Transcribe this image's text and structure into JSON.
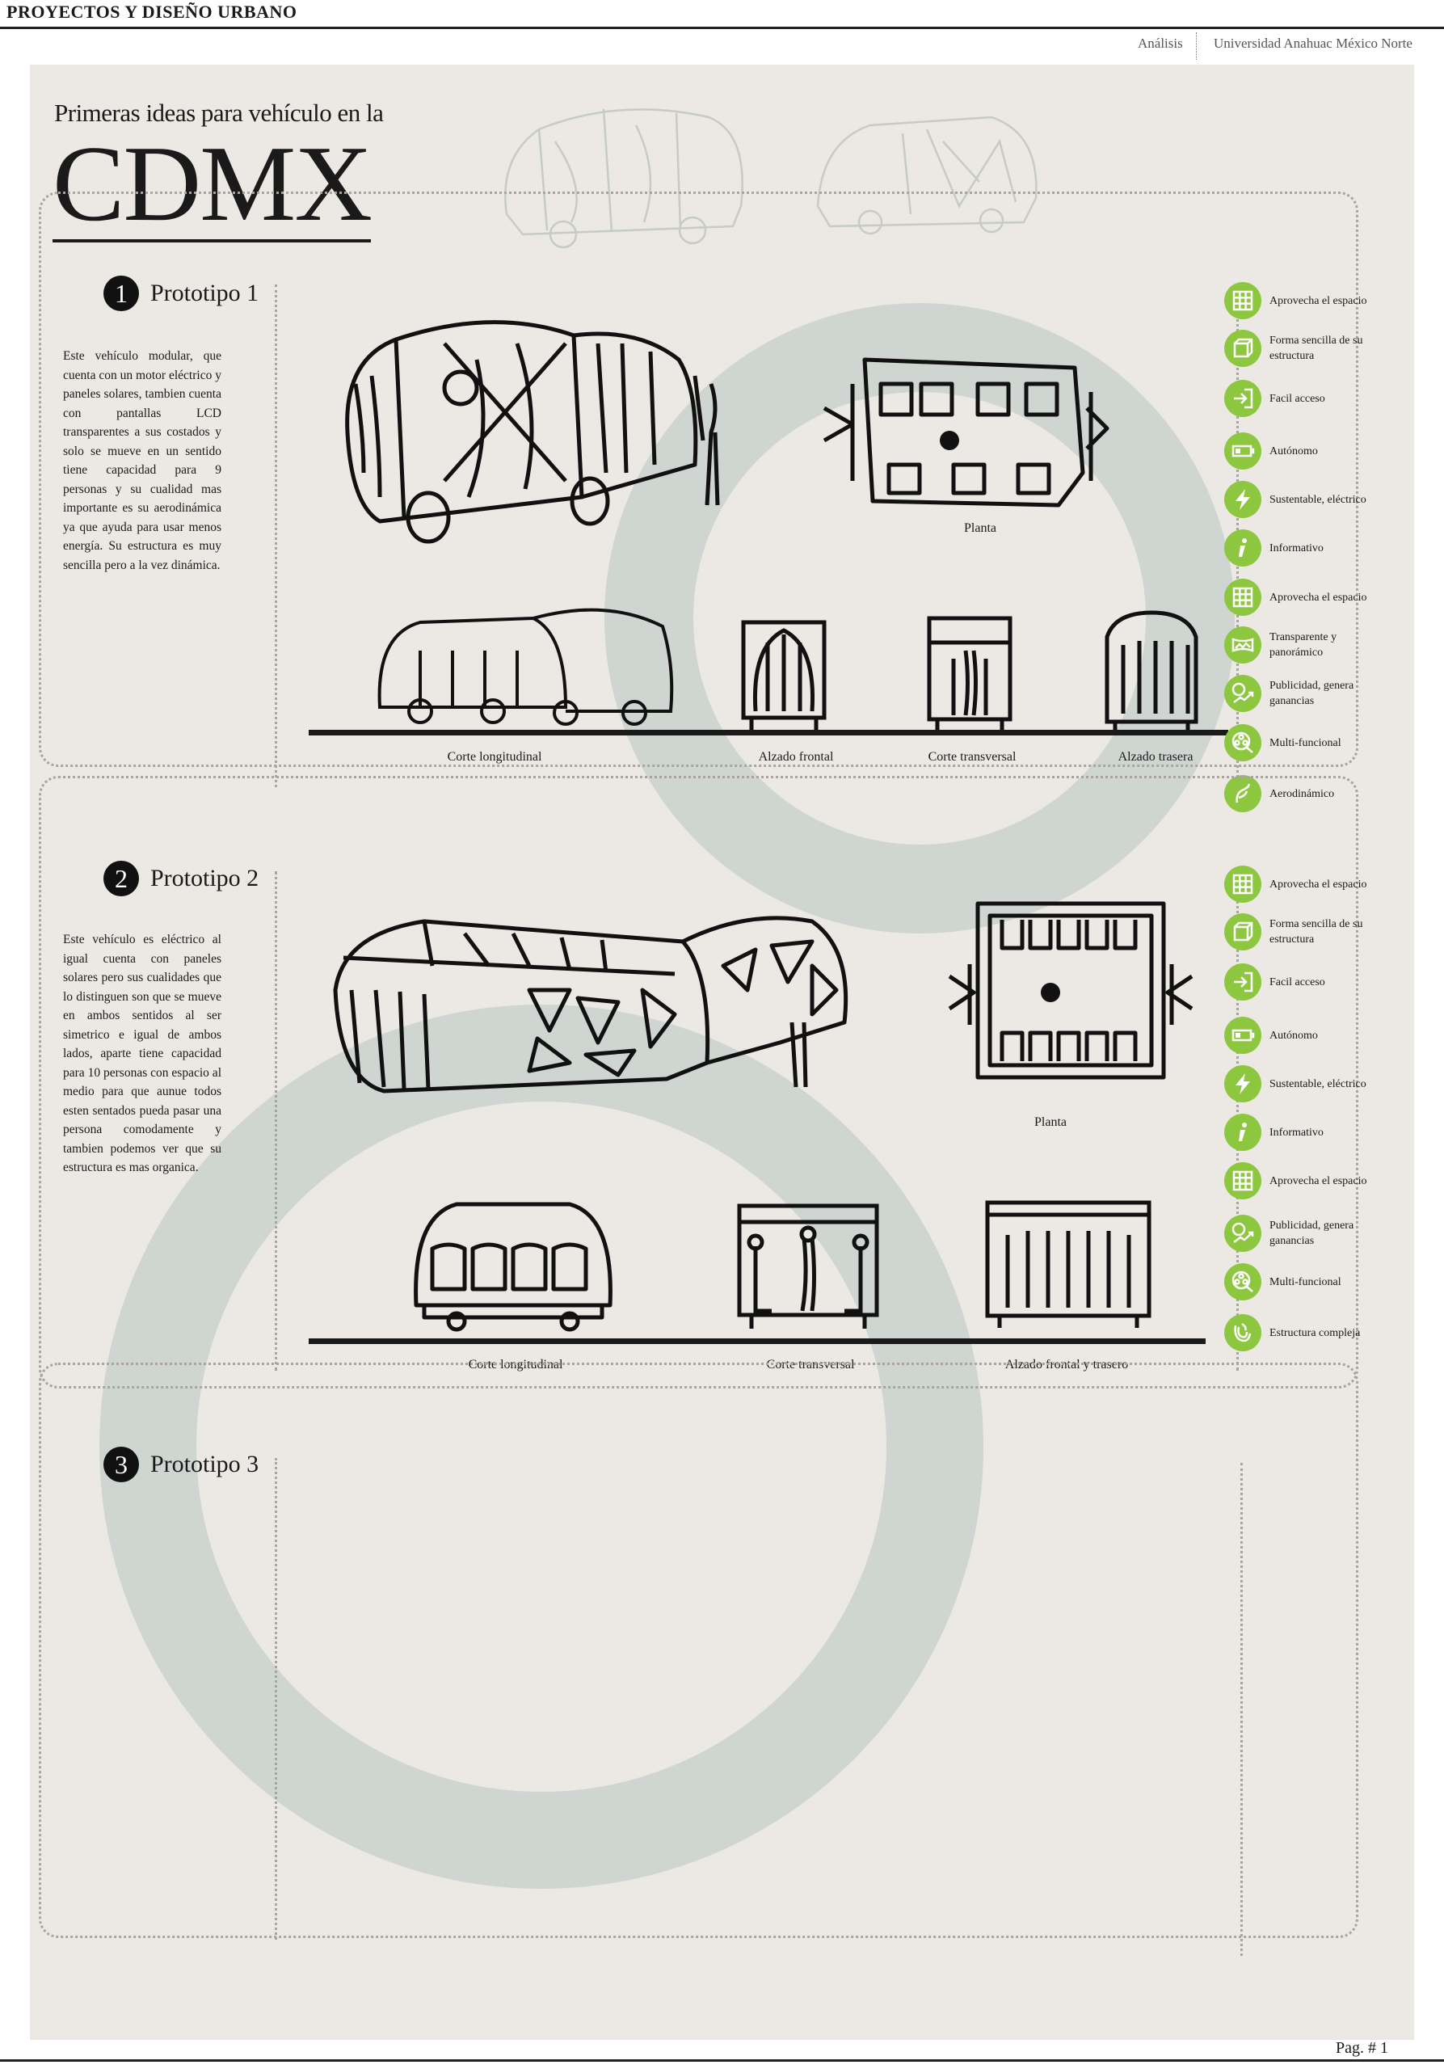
{
  "header": {
    "course": "PROYECTOS Y DISEÑO URBANO",
    "section": "Análisis",
    "university": "Universidad Anahuac México Norte"
  },
  "title": {
    "subtitle": "Primeras ideas para vehículo en la",
    "main": "CDMX"
  },
  "prototypes": [
    {
      "number": "1",
      "title": "Prototipo 1",
      "description": "Este vehículo modular, que cuenta con un motor eléctrico y paneles solares, tambien cuenta con pantallas LCD transparentes a sus costados y solo se mueve en un sentido tiene capacidad para 9 personas y su cualidad mas importante es su aerodinámica ya que ayuda para usar menos energía. Su estructura es muy sencilla pero a la vez dinámica.",
      "captions": {
        "plan": "Planta",
        "longitudinal": "Corte longitudinal",
        "front": "Alzado frontal",
        "transversal": "Corte transversal",
        "rear": "Alzado trasera"
      },
      "features": [
        {
          "icon": "grid-icon",
          "label": "Aprovecha el espacio"
        },
        {
          "icon": "cube-icon",
          "label": "Forma sencilla de su estructura"
        },
        {
          "icon": "enter-icon",
          "label": "Facil acceso"
        },
        {
          "icon": "battery-icon",
          "label": "Autónomo"
        },
        {
          "icon": "lightning-icon",
          "label": "Sustentable, eléctrico"
        },
        {
          "icon": "info-icon",
          "label": "Informativo"
        },
        {
          "icon": "grid-icon",
          "label": "Aprovecha el espacio"
        },
        {
          "icon": "panorama-icon",
          "label": "Transparente y panorámico"
        },
        {
          "icon": "money-icon",
          "label": "Publicidad, genera ganancias"
        },
        {
          "icon": "film-reel-icon",
          "label": "Multi-funcional"
        },
        {
          "icon": "aerodynamic-icon",
          "label": "Aerodinámico"
        }
      ]
    },
    {
      "number": "2",
      "title": "Prototipo 2",
      "description": "Este vehículo es eléctrico al igual cuenta con paneles solares pero sus cualidades que lo distinguen son que se mueve en ambos sentidos al ser simetrico e igual de ambos lados, aparte tiene capacidad para 10 personas con espacio al medio para que aunue todos esten sentados pueda pasar una persona comodamente y tambien podemos ver que su estructura es mas organica.",
      "captions": {
        "plan": "Planta",
        "longitudinal": "Corte longitudinal",
        "transversal": "Corte transversal",
        "front_rear": "Alzado frontal y trasero"
      },
      "features": [
        {
          "icon": "grid-icon",
          "label": "Aprovecha el espacio"
        },
        {
          "icon": "cube-icon",
          "label": "Forma sencilla de su estructura"
        },
        {
          "icon": "enter-icon",
          "label": "Facil acceso"
        },
        {
          "icon": "battery-icon",
          "label": "Autónomo"
        },
        {
          "icon": "lightning-icon",
          "label": "Sustentable, eléctrico"
        },
        {
          "icon": "info-icon",
          "label": "Informativo"
        },
        {
          "icon": "grid-icon",
          "label": "Aprovecha el espacio"
        },
        {
          "icon": "money-icon",
          "label": "Publicidad, genera ganancias"
        },
        {
          "icon": "film-reel-icon",
          "label": "Multi-funcional"
        },
        {
          "icon": "structure-icon",
          "label": "Estructura compleja"
        }
      ]
    },
    {
      "number": "3",
      "title": "Prototipo 3"
    }
  ],
  "footer": {
    "page": "Pag. # 1"
  },
  "colors": {
    "background": "#ece8e3",
    "ring": "#cfd5d1",
    "icon_green": "#8dc63f",
    "ink": "#1a1a1a"
  }
}
